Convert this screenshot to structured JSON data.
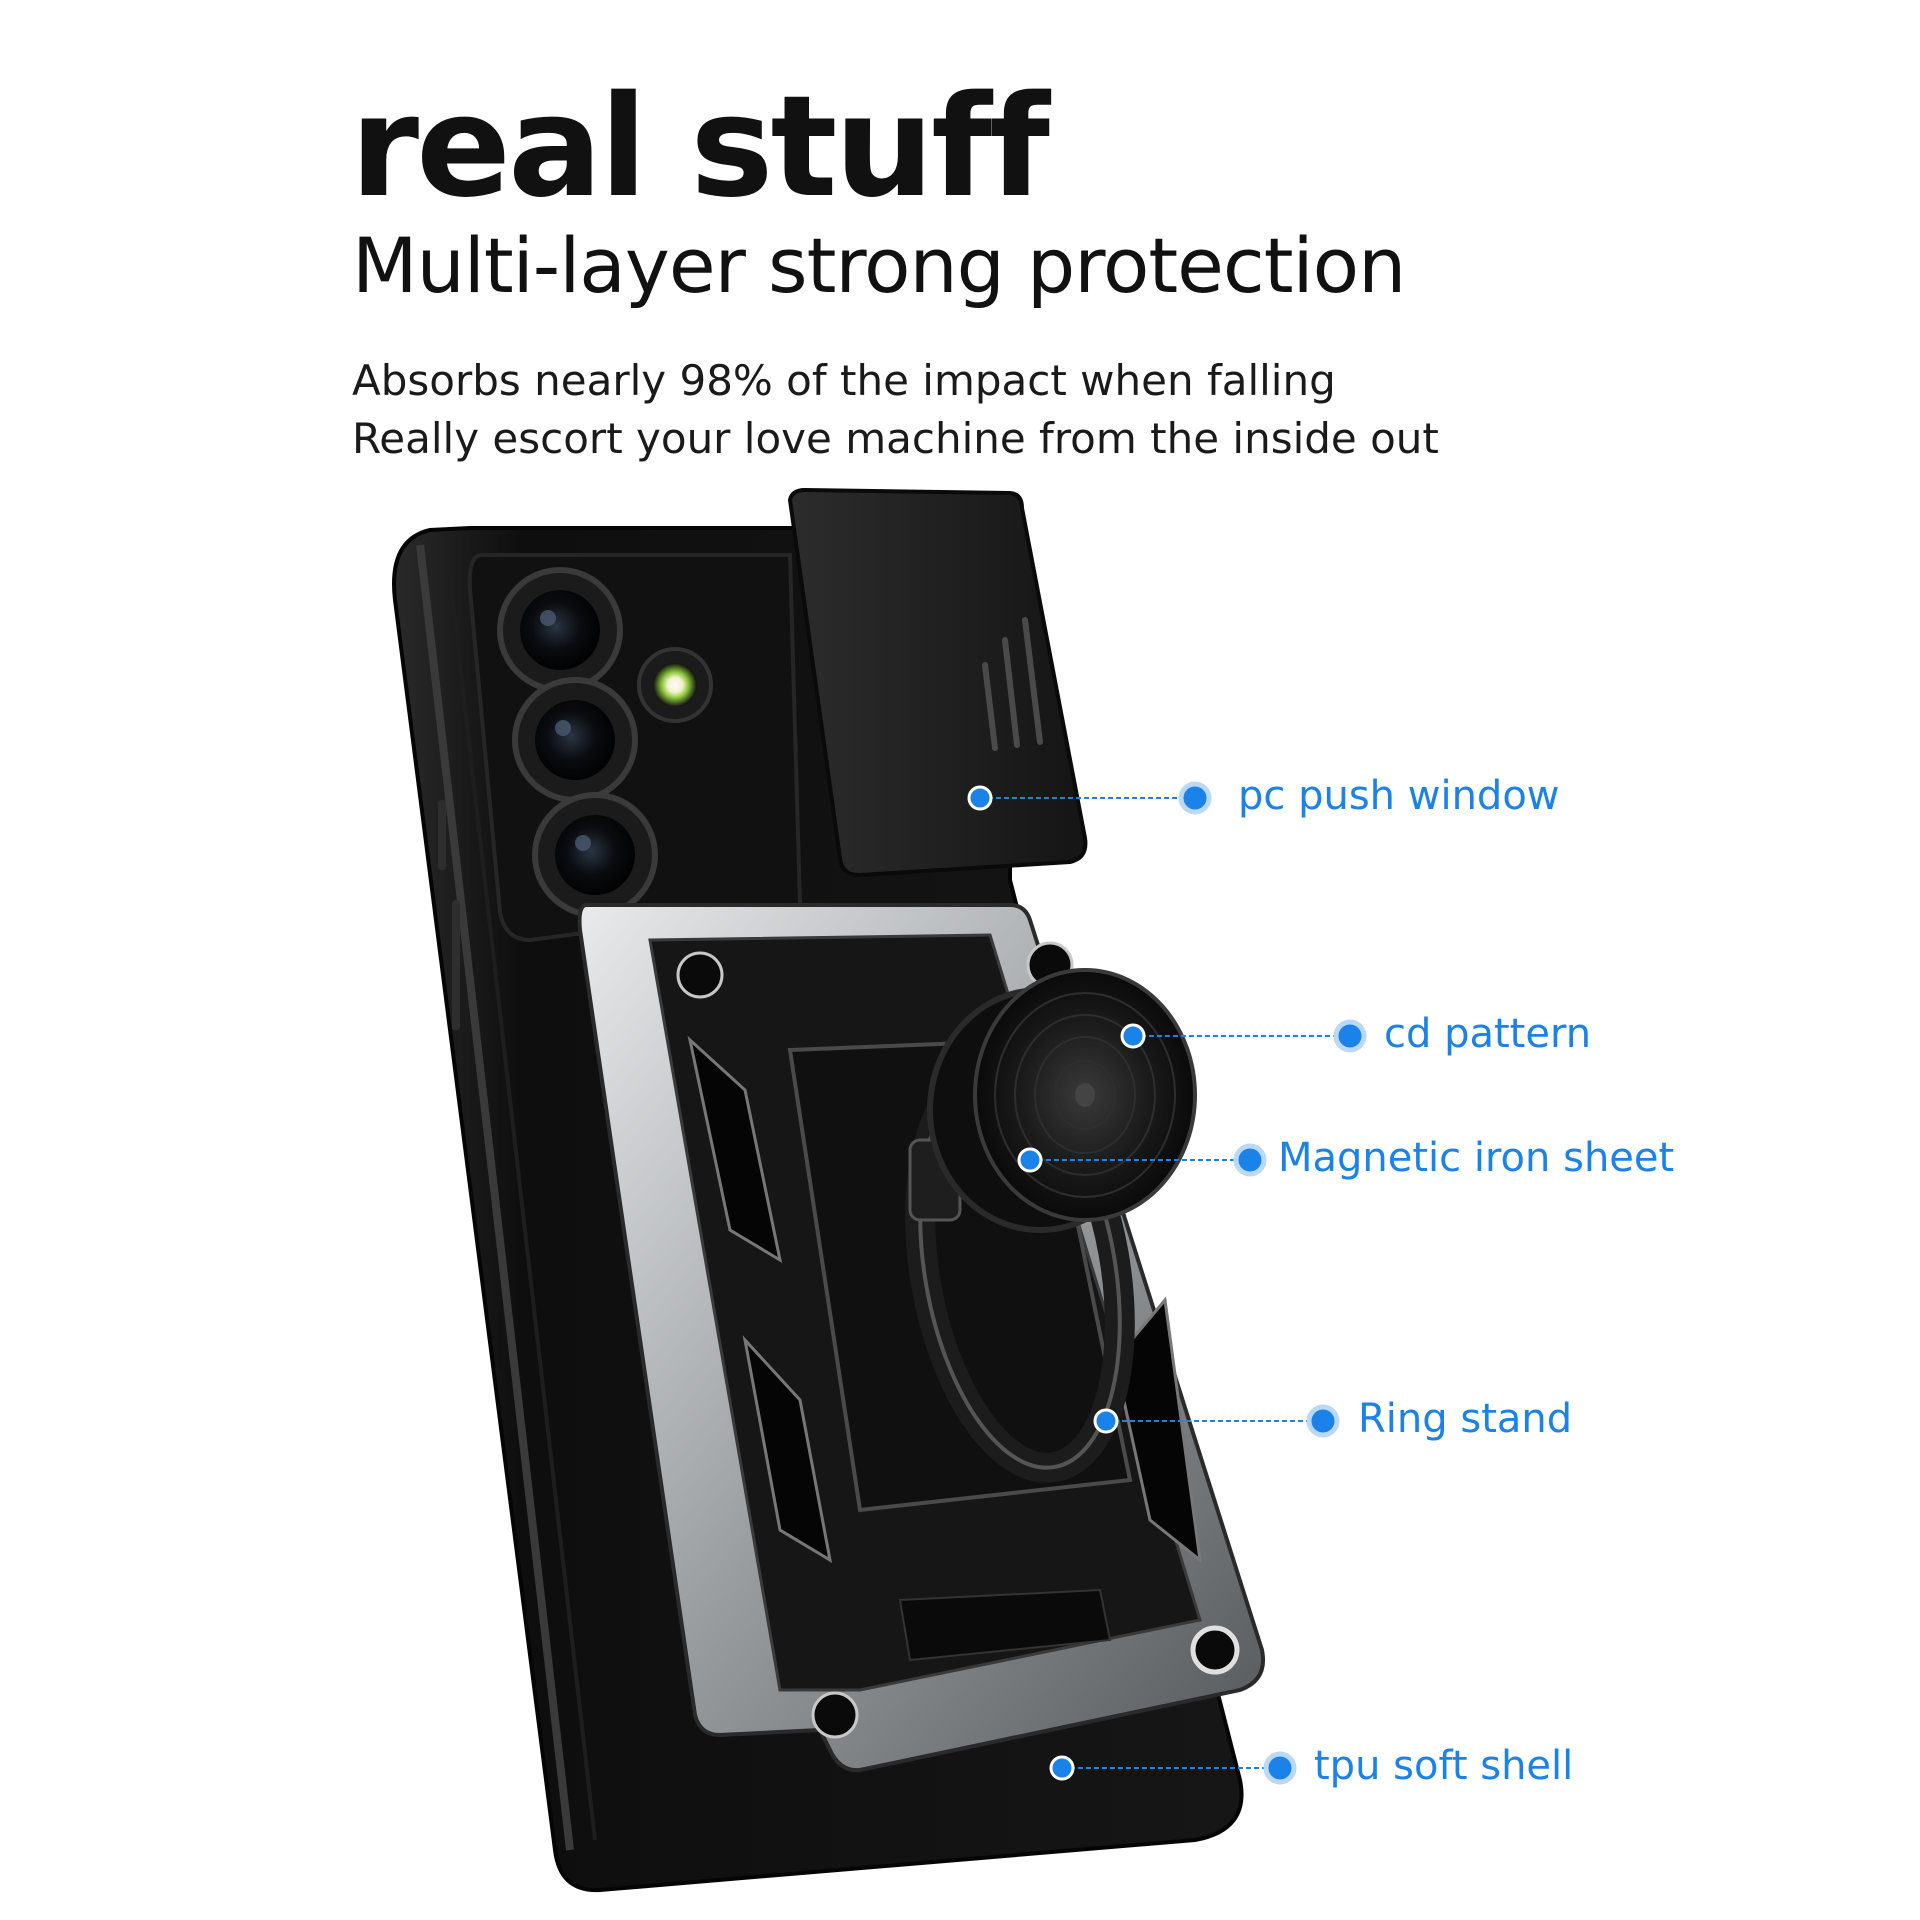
{
  "header": {
    "title": "real stuff",
    "subtitle": "Multi-layer strong protection",
    "lines": [
      "Absorbs nearly 98% of the impact when falling",
      "Really escort your love machine from the inside out"
    ]
  },
  "callouts": [
    {
      "id": "pc-push-window",
      "label": "pc push window"
    },
    {
      "id": "cd-pattern",
      "label": "cd pattern"
    },
    {
      "id": "magnetic-iron-sheet",
      "label": "Magnetic iron sheet"
    },
    {
      "id": "ring-stand",
      "label": "Ring stand"
    },
    {
      "id": "tpu-soft-shell",
      "label": "tpu soft shell"
    }
  ],
  "colors": {
    "accent": "#1a82e8",
    "text": "#111111",
    "case_dark": "#141414",
    "case_metal": "#9a9da0"
  }
}
